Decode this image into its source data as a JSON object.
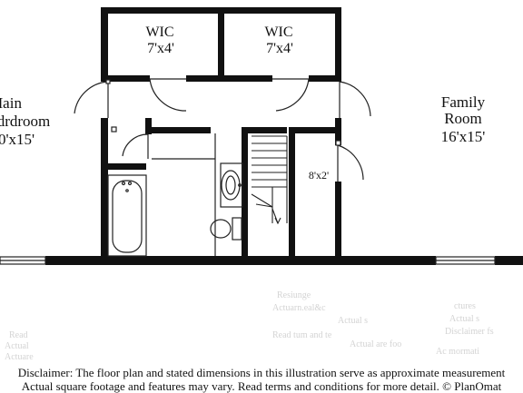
{
  "rooms": {
    "main_bedroom": {
      "line1": "Main",
      "line2": "drdroom",
      "line3": "0'x15'"
    },
    "wic_left": {
      "name": "WIC",
      "dims": "7'x4'"
    },
    "wic_right": {
      "name": "WIC",
      "dims": "7'x4'"
    },
    "family_room": {
      "line1": "Family",
      "line2": "Room",
      "line3": "16'x15'"
    },
    "closet": {
      "dims": "8'x2'"
    }
  },
  "disclaimer": {
    "line1": "Disclaimer: The floor plan and stated dimensions in this illustration serve as approximate measurement",
    "line2": "Actual square footage and features may vary. Read terms and conditions for more detail. © PlanOmat"
  },
  "colors": {
    "wall": "#111111",
    "thin_line": "#222222",
    "background": "#ffffff",
    "watermark": "#cfcfcf"
  }
}
